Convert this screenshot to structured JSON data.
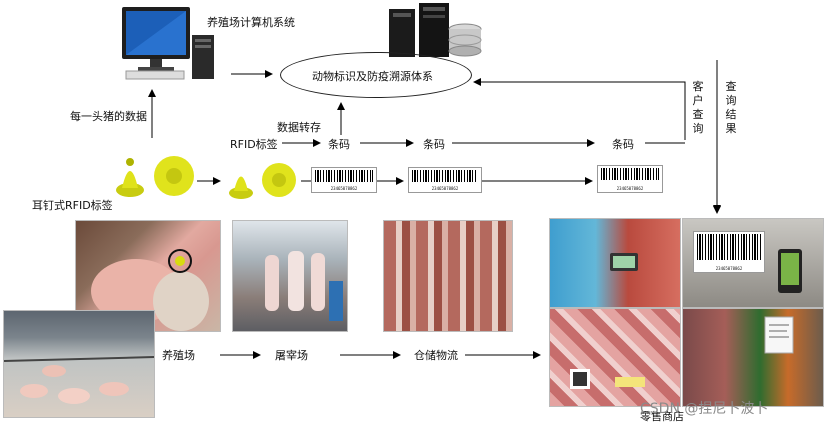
{
  "texts": {
    "farm_system": "养殖场计算机系统",
    "center_system": "动物标识及防疫溯源体系",
    "per_pig_data": "每一头猪的数据",
    "data_transfer": "数据转存",
    "rfid_tag": "RFID标签",
    "barcode1": "条码",
    "barcode2": "条码",
    "barcode3": "条码",
    "ear_tag": "耳钉式RFID标签",
    "customer_query": "客户查询",
    "query_result": "查询结果",
    "farm": "养殖场",
    "slaughterhouse": "屠宰场",
    "logistics": "仓储物流",
    "retail": "零售商店",
    "watermark": "CSDN @捏尼卜波卜"
  },
  "barcode_number": "23465078862"
}
